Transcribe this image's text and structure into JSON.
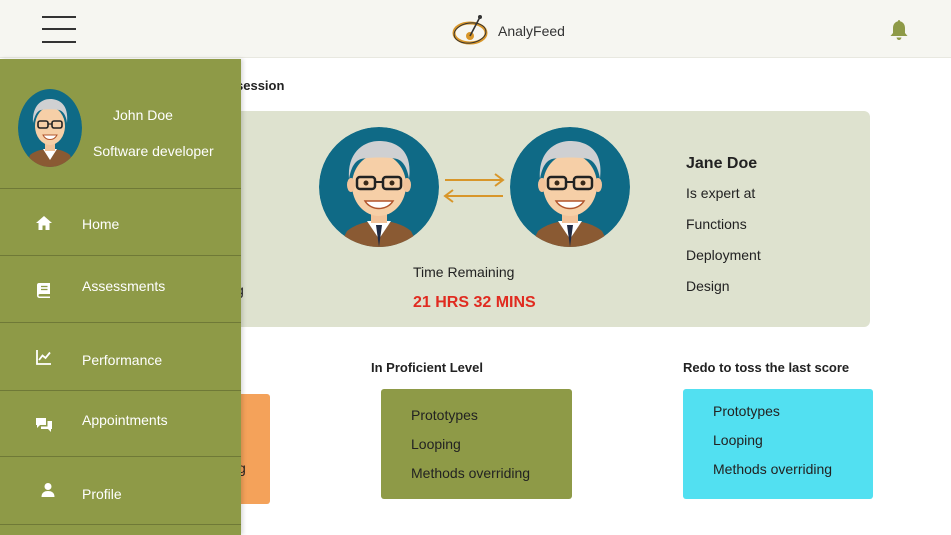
{
  "header": {
    "app_name": "AnalyFeed"
  },
  "section": {
    "title_fragment": "session"
  },
  "card": {
    "left_fragment": "g",
    "time_label": "Time Remaining",
    "time_value": "21 HRS 32 MINS",
    "mentor_name": "Jane Doe",
    "mentor_lines": [
      "Is expert  at",
      "Functions",
      "Deployment",
      "Design"
    ]
  },
  "columns": {
    "orange_fragment": "g",
    "proficient_title": "In Proficient Level",
    "proficient_items": [
      "Prototypes",
      "Looping",
      "Methods overriding"
    ],
    "redo_title": "Redo to toss the last score",
    "redo_items": [
      "Prototypes",
      "Looping",
      "Methods overriding"
    ]
  },
  "drawer": {
    "user_name": "John Doe",
    "user_role": "Software developer",
    "items": [
      {
        "label": "Home",
        "icon": "home-icon"
      },
      {
        "label": "Assessments",
        "icon": "book-icon"
      },
      {
        "label": "Performance",
        "icon": "chart-icon"
      },
      {
        "label": "Appointments",
        "icon": "chat-icon"
      },
      {
        "label": "Profile",
        "icon": "person-icon"
      }
    ]
  },
  "colors": {
    "olive": "#8e9a47",
    "card_bg": "#dee2cf",
    "orange": "#f4a25a",
    "cyan": "#52e0f1",
    "alert_red": "#e02b20"
  }
}
